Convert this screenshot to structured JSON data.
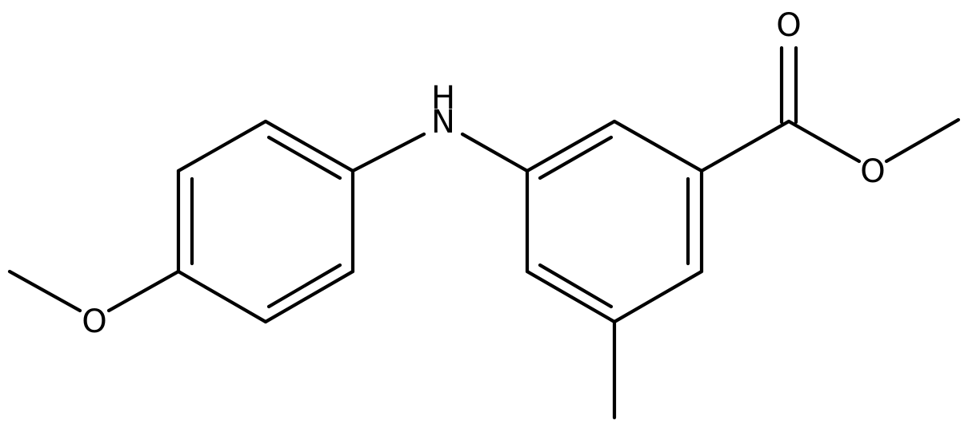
{
  "molecule": {
    "labels": {
      "carbonyl_oxygen": "O",
      "ester_oxygen": "O",
      "amine_nitrogen": "N",
      "amine_hydrogen": "H",
      "methoxy_oxygen": "O"
    }
  },
  "colors": {
    "bond": "#000000",
    "label": "#000000",
    "background": "#ffffff"
  }
}
